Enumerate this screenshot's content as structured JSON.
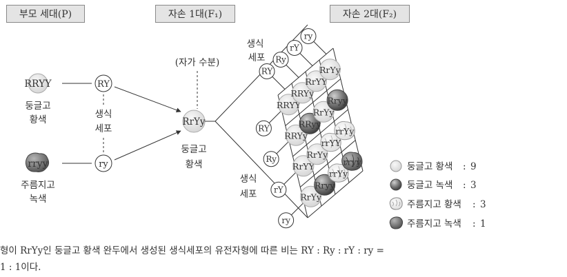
{
  "headers": {
    "p": "부모 세대(P)",
    "f1": "자손 1대(F₁)",
    "f2": "자손 2대(F₂)"
  },
  "parents": {
    "round_yellow": {
      "genotype": "RRYY",
      "pheno_line1": "둥글고",
      "pheno_line2": "황색",
      "gamete": "RY"
    },
    "wrinkled_green": {
      "genotype": "rryy",
      "pheno_line1": "주름지고",
      "pheno_line2": "녹색",
      "gamete": "ry"
    },
    "gamete_label_1": "생식",
    "gamete_label_2": "세포"
  },
  "f1": {
    "genotype": "RrYy",
    "pheno_line1": "둥글고",
    "pheno_line2": "황색",
    "selfing": "(자가 수분)"
  },
  "f2": {
    "gamete_label_top_1": "생식",
    "gamete_label_top_2": "세포",
    "gamete_label_bottom_1": "생식",
    "gamete_label_bottom_2": "세포",
    "gametes": [
      "RY",
      "Ry",
      "rY",
      "ry"
    ],
    "rows": [
      [
        {
          "g": "RRYY",
          "p": "RY"
        },
        {
          "g": "RRYy",
          "p": "RY"
        },
        {
          "g": "RrYY",
          "p": "RY"
        },
        {
          "g": "RrYy",
          "p": "RY"
        }
      ],
      [
        {
          "g": "RRYy",
          "p": "RY"
        },
        {
          "g": "RRyy",
          "p": "Ry"
        },
        {
          "g": "RrYy",
          "p": "RY"
        },
        {
          "g": "Rryy",
          "p": "Ry"
        }
      ],
      [
        {
          "g": "RrYY",
          "p": "RY"
        },
        {
          "g": "RrYy",
          "p": "RY"
        },
        {
          "g": "rrYY",
          "p": "rY"
        },
        {
          "g": "rrYy",
          "p": "rY"
        }
      ],
      [
        {
          "g": "RrYy",
          "p": "RY"
        },
        {
          "g": "Rryy",
          "p": "Ry"
        },
        {
          "g": "rrYy",
          "p": "rY"
        },
        {
          "g": "rryy",
          "p": "ry"
        }
      ]
    ]
  },
  "legend": [
    {
      "type": "RY",
      "label": "둥글고 황색",
      "ratio": "9"
    },
    {
      "type": "Ry",
      "label": "둥글고 녹색",
      "ratio": "3"
    },
    {
      "type": "rY",
      "label": "주름지고 황색",
      "ratio": "3"
    },
    {
      "type": "ry",
      "label": "주름지고 녹색",
      "ratio": "1"
    }
  ],
  "caption": {
    "line1": "형이 RrYy인 둥글고 황색 완두에서 생성된 생식세포의 유전자형에 따른 비는 RY : Ry : rY : ry =",
    "line2": "1 : 1이다."
  },
  "colors": {
    "header_bg": "#e4e4e4",
    "yellow_pea": "#e6e6e6",
    "green_pea": "#6a6a6a",
    "line": "#333333"
  }
}
